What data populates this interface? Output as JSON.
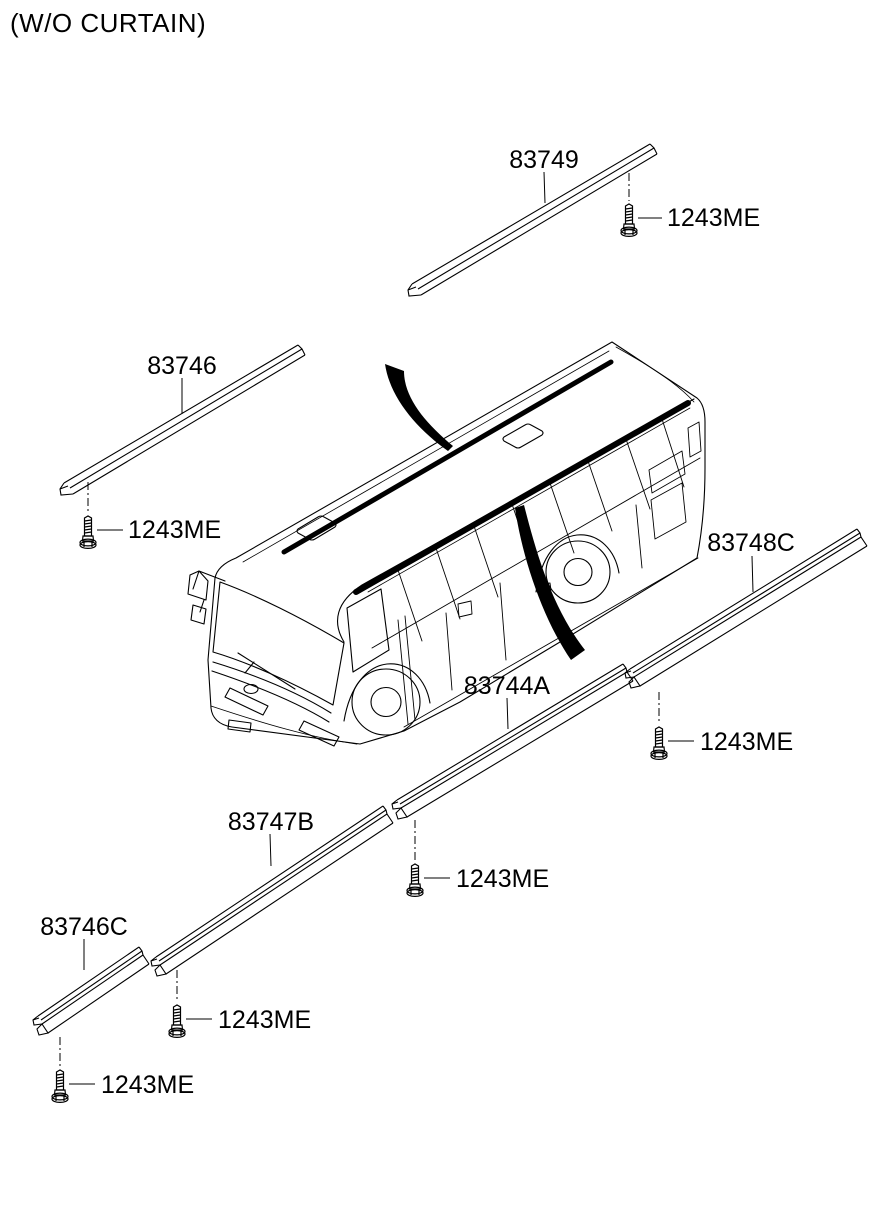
{
  "title": "(W/O CURTAIN)",
  "diagram": {
    "vehicle": "coach-bus",
    "background_color": "#ffffff",
    "line_color": "#000000",
    "parts": [
      {
        "label": "83749",
        "fastener_label": "1243ME"
      },
      {
        "label": "83746",
        "fastener_label": "1243ME"
      },
      {
        "label": "83748C",
        "fastener_label": "1243ME"
      },
      {
        "label": "83744A",
        "fastener_label": "1243ME"
      },
      {
        "label": "83747B",
        "fastener_label": "1243ME"
      },
      {
        "label": "83746C",
        "fastener_label": "1243ME"
      }
    ]
  }
}
